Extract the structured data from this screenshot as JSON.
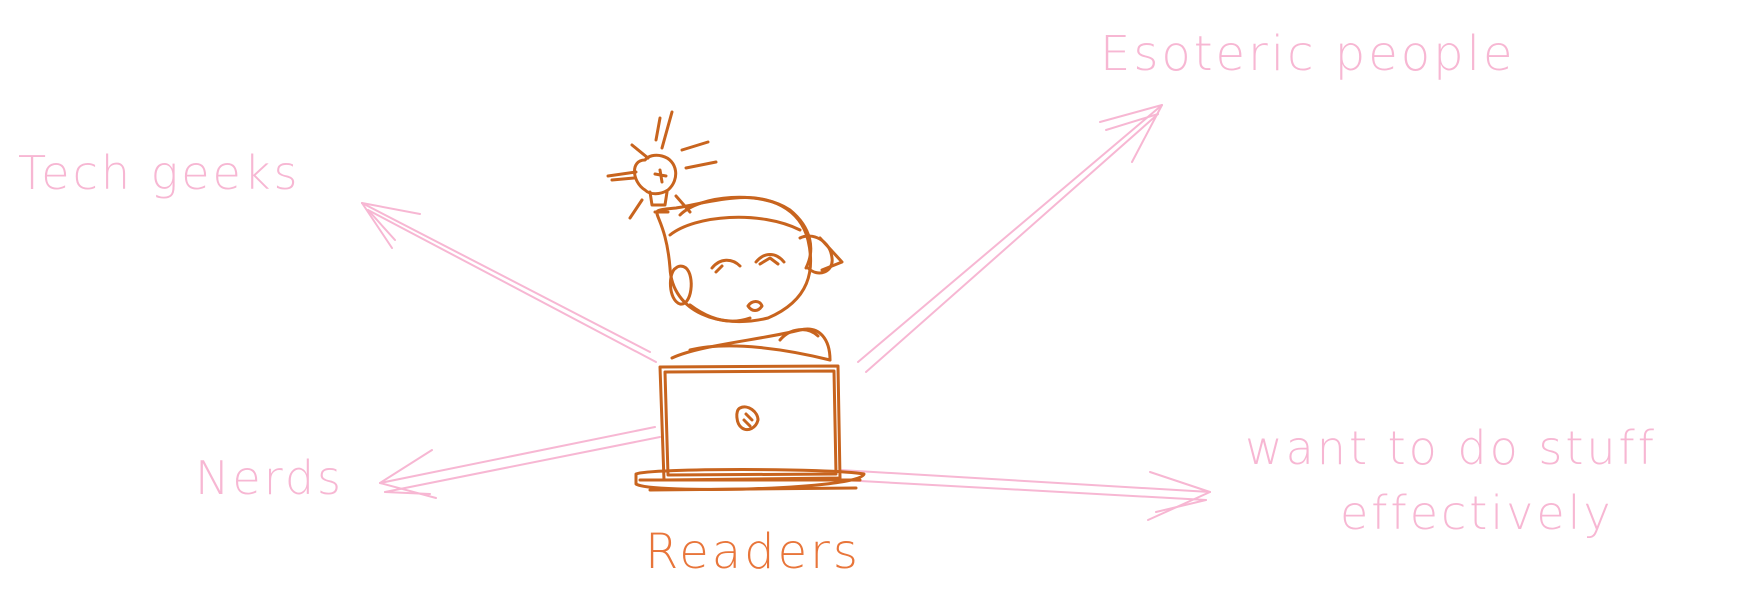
{
  "colors": {
    "pink": "#f7b7d3",
    "orange": "#e8753a",
    "figure_stroke": "#c8641e"
  },
  "center": {
    "label": "Readers",
    "icon": "person-at-laptop-with-lightbulb-icon"
  },
  "branches": [
    {
      "id": "tech",
      "label": "Tech geeks"
    },
    {
      "id": "nerds",
      "label": "Nerds"
    },
    {
      "id": "esoteric",
      "label": "Esoteric people"
    },
    {
      "id": "effective",
      "label_line1": "want to do stuff",
      "label_line2": "effectively"
    }
  ]
}
